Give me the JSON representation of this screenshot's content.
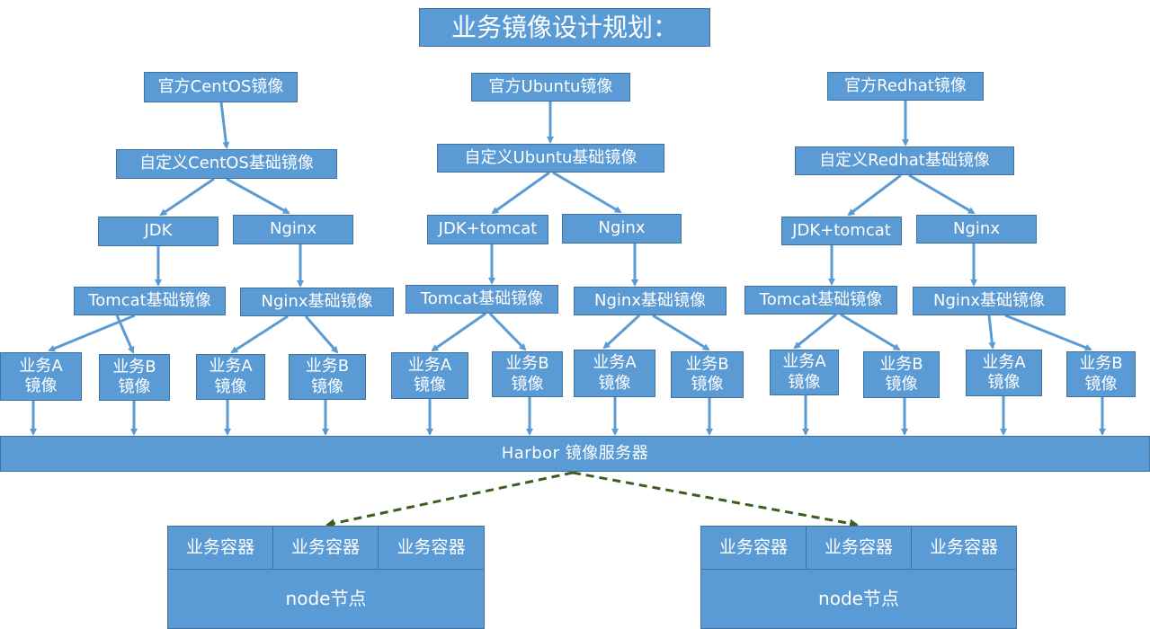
{
  "title": "业务镜像设计规划：",
  "columns": [
    {
      "official": "官方CentOS镜像",
      "custom": "自定义CentOS基础镜像",
      "left_branch": {
        "component": "JDK",
        "base": "Tomcat基础镜像",
        "apps": [
          "业务A\n镜像",
          "业务B\n镜像"
        ]
      },
      "right_branch": {
        "component": "Nginx",
        "base": "Nginx基础镜像",
        "apps": [
          "业务A\n镜像",
          "业务B\n镜像"
        ]
      }
    },
    {
      "official": "官方Ubuntu镜像",
      "custom": "自定义Ubuntu基础镜像",
      "left_branch": {
        "component": "JDK+tomcat",
        "base": "Tomcat基础镜像",
        "apps": [
          "业务A\n镜像",
          "业务B\n镜像"
        ]
      },
      "right_branch": {
        "component": "Nginx",
        "base": "Nginx基础镜像",
        "apps": [
          "业务A\n镜像",
          "业务B\n镜像"
        ]
      }
    },
    {
      "official": "官方Redhat镜像",
      "custom": "自定义Redhat基础镜像",
      "left_branch": {
        "component": "JDK+tomcat",
        "base": "Tomcat基础镜像",
        "apps": [
          "业务A\n镜像",
          "业务B\n镜像"
        ]
      },
      "right_branch": {
        "component": "Nginx",
        "base": "Nginx基础镜像",
        "apps": [
          "业务A\n镜像",
          "业务B\n镜像"
        ]
      }
    }
  ],
  "registry": "Harbor 镜像服务器",
  "nodes": [
    {
      "containers": [
        "业务容器",
        "业务容器",
        "业务容器"
      ],
      "label": "node节点"
    },
    {
      "containers": [
        "业务容器",
        "业务容器",
        "业务容器"
      ],
      "label": "node节点"
    }
  ],
  "colors": {
    "box_fill": "#5b9bd5",
    "box_border": "#41719c",
    "arrow": "#5b9bd5",
    "dashed_arrow": "#3b5e1e"
  }
}
